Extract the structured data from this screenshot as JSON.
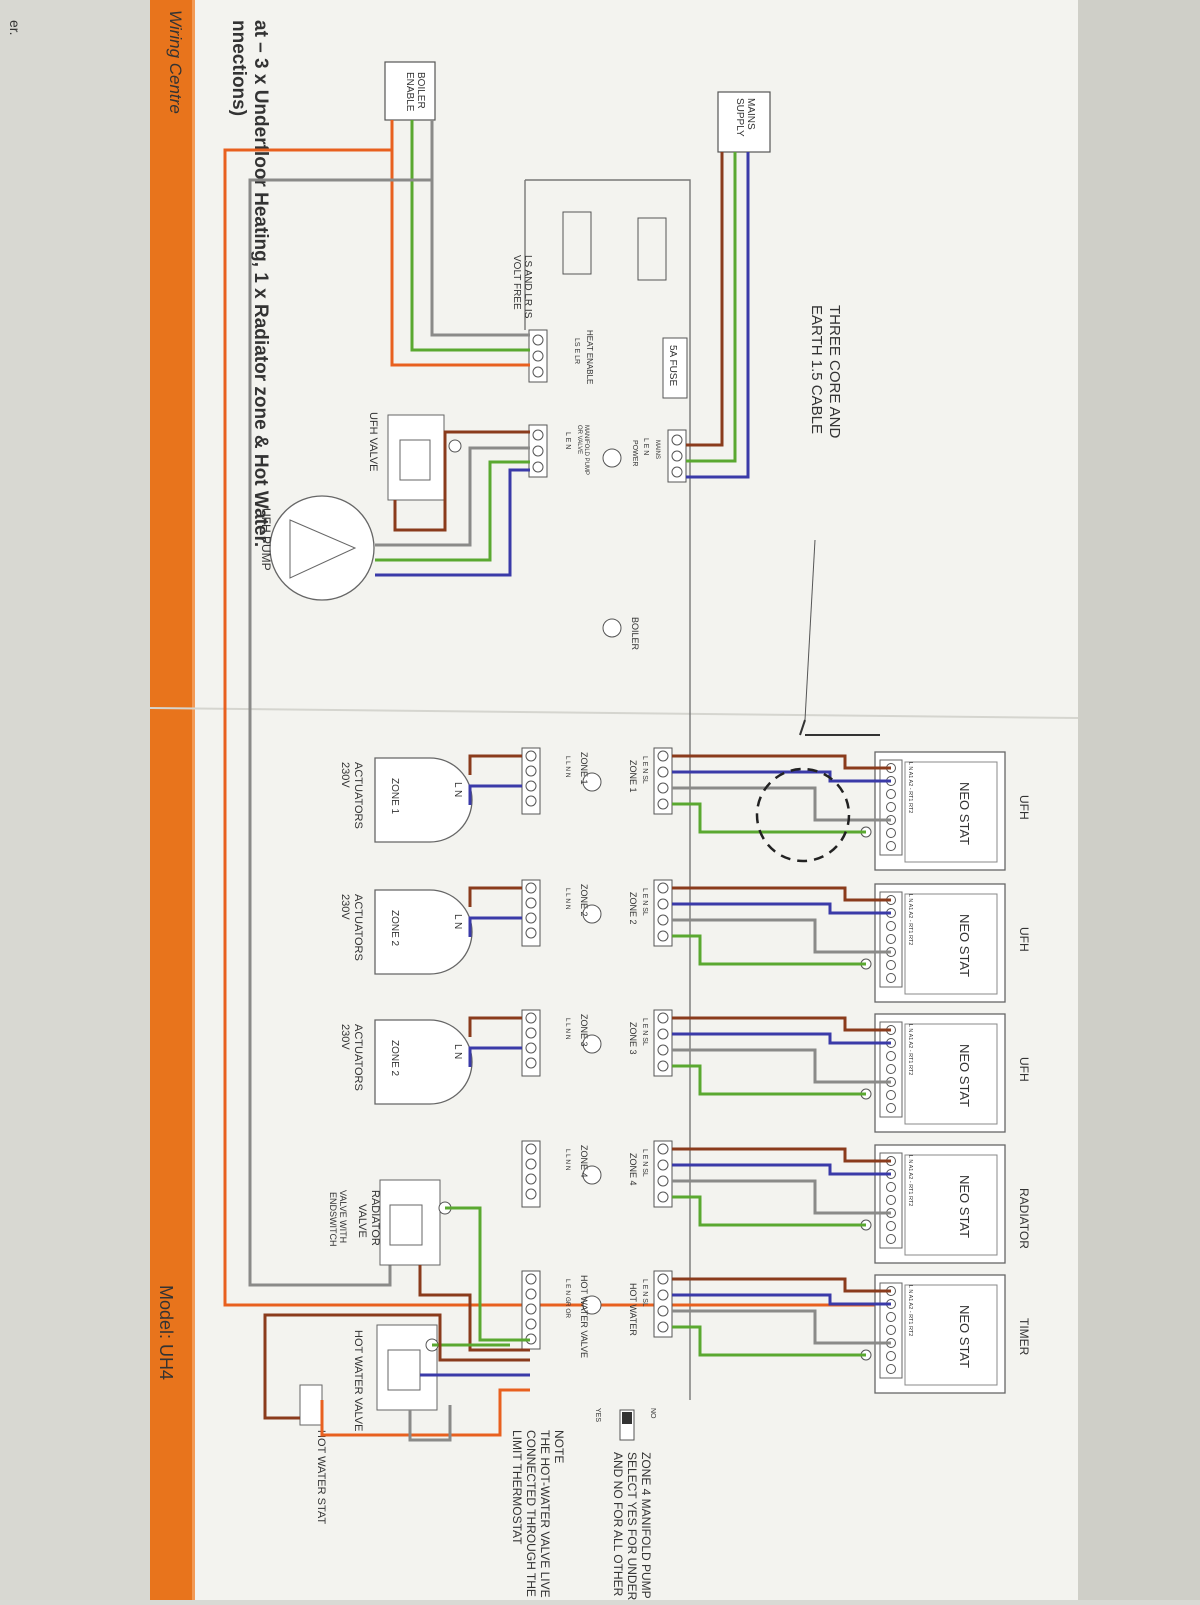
{
  "header": {
    "title_line1": "at – 3 x Underfloor Heating, 1 x Radiator zone & Hot Water.",
    "title_line2": "nnections)",
    "cut_text": "er.",
    "band_label": "Wiring Centre",
    "model": "Model: UH4"
  },
  "colors": {
    "brown": "#8a3b1c",
    "blue": "#3a3aa8",
    "green": "#5aa830",
    "grey": "#8a8a88",
    "orange": "#e8601f",
    "band": "#e8741c",
    "paper": "#f4f4f1"
  },
  "left_labels": {
    "mains_supply_1": "MAINS",
    "mains_supply_2": "SUPPLY",
    "boiler_enable_1": "BOILER",
    "boiler_enable_2": "ENABLE",
    "cable_note_1": "THREE CORE AND",
    "cable_note_2": "EARTH 1.5 CABLE",
    "fuse": "5A FUSE",
    "mains_term": "MAINS",
    "len": "L  E  N",
    "power": "POWER",
    "boiler": "BOILER",
    "heat_enable": "HEAT ENABLE",
    "ls_e_lr": "LS  E  LR",
    "manifold_1": "MANIFOLD PUMP",
    "manifold_2": "OR VALVE",
    "ls_volt_1": "LS AND LR IS",
    "ls_volt_2": "VOLT FREE",
    "ufh_valve": "UFH VALVE",
    "ufh_pump": "UFH PUMP"
  },
  "thermostats": [
    {
      "heading": "UFH",
      "name": "NEO STAT"
    },
    {
      "heading": "UFH",
      "name": "NEO STAT"
    },
    {
      "heading": "UFH",
      "name": "NEO STAT"
    },
    {
      "heading": "RADIATOR",
      "name": "NEO STAT"
    },
    {
      "heading": "TIMER",
      "name": "NEO STAT"
    }
  ],
  "stat_terminals": "L  N  A1  A2  -  RT1 RT2",
  "zones": [
    {
      "top_term": "L  E  N  SL",
      "label": "ZONE 1",
      "out_label": "ZONE 1",
      "out_term": "L  L  N  N"
    },
    {
      "top_term": "L  E  N  SL",
      "label": "ZONE 2",
      "out_label": "ZONE 2",
      "out_term": "L  L  N  N"
    },
    {
      "top_term": "L  E  N  SL",
      "label": "ZONE 3",
      "out_label": "ZONE 3",
      "out_term": "L  L  N  N"
    },
    {
      "top_term": "L  E  N  SL",
      "label": "ZONE 4",
      "out_label": "ZONE 4",
      "out_term": "L  L  N  N"
    },
    {
      "top_term": "L  E  N  SL",
      "label": "HOT WATER",
      "out_label": "HOT WATER VALVE",
      "out_term": "L  E  N  GR  OR"
    }
  ],
  "actuators": [
    {
      "ln": "L N",
      "zone": "ZONE 1",
      "cap_1": "ACTUATORS",
      "cap_2": "230V"
    },
    {
      "ln": "L N",
      "zone": "ZONE 2",
      "cap_1": "ACTUATORS",
      "cap_2": "230V"
    },
    {
      "ln": "L N",
      "zone": "ZONE 2",
      "cap_1": "ACTUATORS",
      "cap_2": "230V"
    }
  ],
  "right_labels": {
    "radiator_valve_1": "RADIATOR",
    "radiator_valve_2": "VALVE",
    "endswitch_1": "VALVE WITH",
    "endswitch_2": "ENDSWITCH",
    "hot_water_valve": "HOT WATER VALVE",
    "hot_water_stat": "HOT WATER STAT",
    "no": "NO",
    "yes": "YES",
    "zone4_note_1": "ZONE 4 MANIFOLD PUMP",
    "zone4_note_2": "SELECT YES FOR UNDERFL",
    "zone4_note_3": "AND NO FOR ALL OTHER S",
    "note_title": "NOTE",
    "note_1": "THE HOT-WATER VALVE LIVE",
    "note_2": "CONNECTED THROUGH THE",
    "note_3": "LIMIT THERMOSTAT"
  }
}
